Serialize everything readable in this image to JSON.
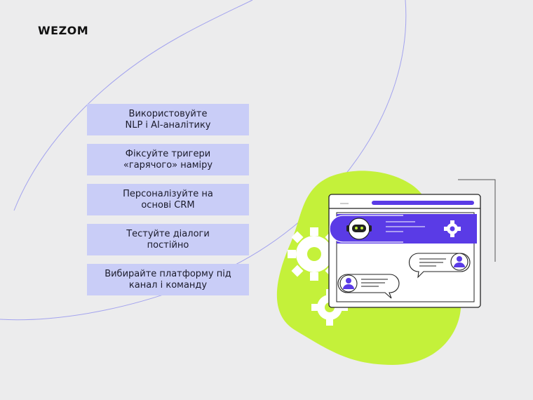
{
  "brand": {
    "logo_text": "WEZOM"
  },
  "steps": [
    {
      "text": "Використовуйте\nNLP і AI-аналітику"
    },
    {
      "text": "Фіксуйте тригери\n«гарячого» наміру"
    },
    {
      "text": "Персоналізуйте на\nоснові CRM"
    },
    {
      "text": "Тестуйте діалоги\nпостійно"
    },
    {
      "text": "Вибирайте платформу під\nканал і команду"
    }
  ],
  "colors": {
    "background": "#ececed",
    "step_fill": "#c9cdf7",
    "accent_purple": "#5a3be6",
    "lime": "#c4f13a"
  },
  "icons": [
    "robot-icon",
    "gear-icon",
    "user-avatar-icon",
    "chat-bubble-icon"
  ]
}
